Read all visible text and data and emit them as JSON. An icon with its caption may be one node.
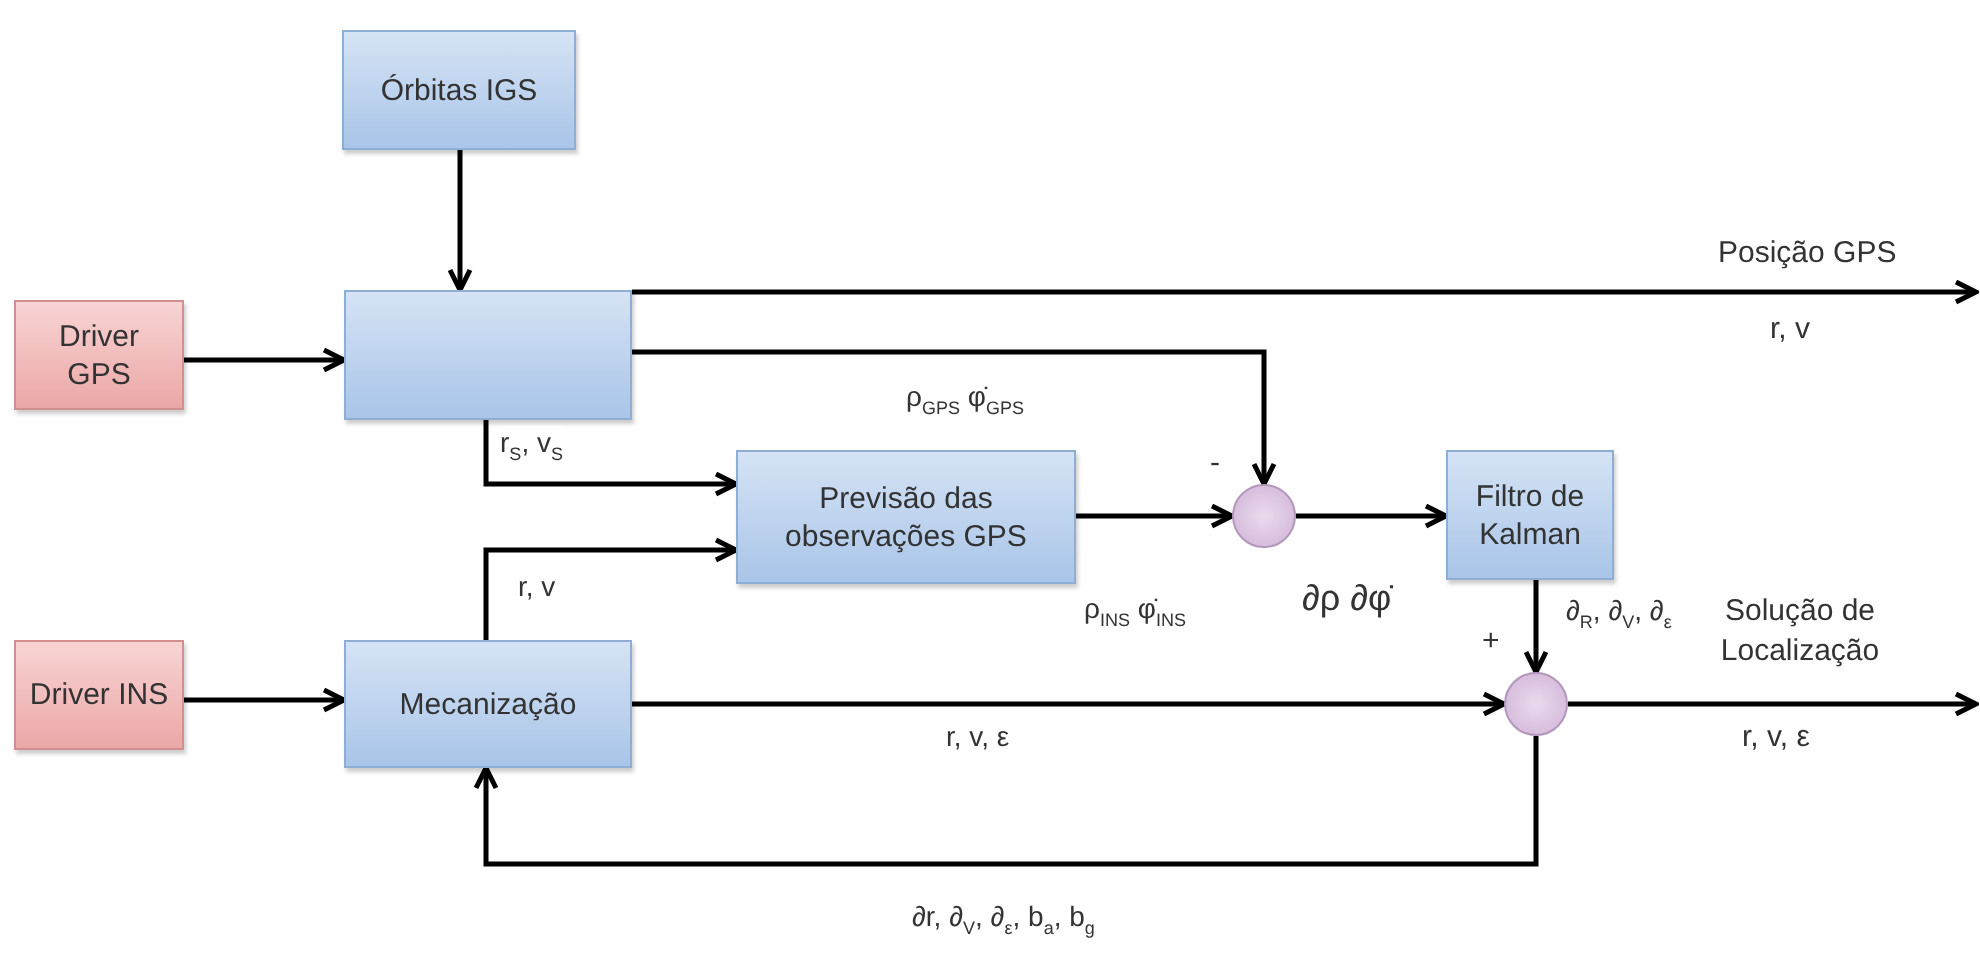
{
  "diagram": {
    "nodes": [
      {
        "text": [
          "Órbitas IGS"
        ]
      },
      {
        "text": [],
        "shape": "box"
      },
      {
        "text": [
          "Driver GPS"
        ]
      },
      {
        "text": [
          "Previsão das observações GPS"
        ]
      },
      {
        "text": [],
        "shape": "circle"
      },
      {
        "text": [
          "Filtro de Kalman"
        ]
      },
      {
        "text": [
          "Driver INS"
        ]
      },
      {
        "text": [
          "Mecanização"
        ]
      },
      {
        "text": [],
        "shape": "circle"
      }
    ],
    "edges": [
      {
        "from": 0,
        "to": 1,
        "arrow": "to"
      },
      {
        "from": 2,
        "to": 1,
        "arrow": "to"
      },
      {
        "from": 1,
        "to": null,
        "arrow": "to",
        "label": "Posição GPS"
      },
      {
        "from": 1,
        "to": 4,
        "arrow": "to",
        "label": "ρ$_{GPS}$ φ̇$_{GPS}$"
      },
      {
        "from": 1,
        "to": 3,
        "arrow": "to",
        "label": "r$_{S}$, v$_{S}$"
      },
      {
        "from": 7,
        "to": 3,
        "arrow": "to",
        "label": "r, v"
      },
      {
        "from": 3,
        "to": 4,
        "arrow": "to",
        "label": "ρ$_{INS}$ φ̇$_{INS}$"
      },
      {
        "from": 4,
        "to": 5,
        "arrow": "to",
        "label": "∂ρ ∂φ̇"
      },
      {
        "from": 5,
        "to": 8,
        "arrow": "to",
        "label": "∂$_{R}$, ∂$_{V}$, ∂$_{ε}$"
      },
      {
        "from": 6,
        "to": 7,
        "arrow": "to"
      },
      {
        "from": 7,
        "to": 8,
        "arrow": "to",
        "label": "r, v, ε"
      },
      {
        "from": 8,
        "to": null,
        "arrow": "to",
        "label": "Solução de Localização"
      },
      {
        "from": 8,
        "to": 7,
        "arrow": "to",
        "label": "∂r, ∂$_{V}$, ∂$_{ε}$, b$_{a}$, b$_{g}$"
      }
    ],
    "labels": [
      "r, v",
      "r, v, ε",
      "-",
      "+"
    ]
  }
}
